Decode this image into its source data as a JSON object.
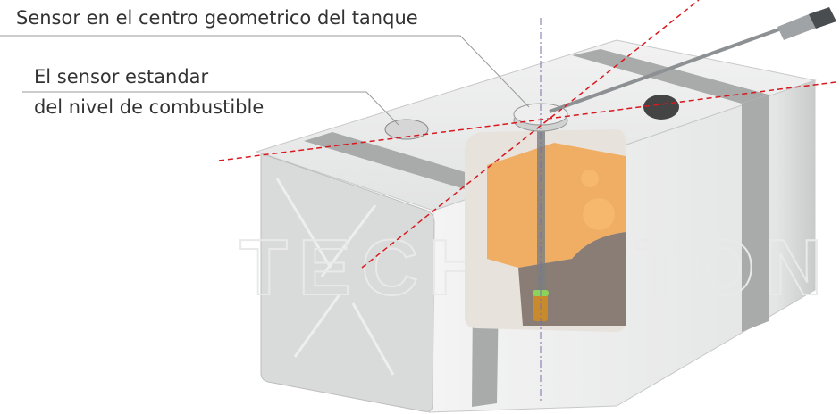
{
  "labels": {
    "center_sensor": "Sensor en el centro geometrico del tanque",
    "standard_sensor_line1": "El sensor estandar",
    "standard_sensor_line2": "del nivel de combustible"
  },
  "watermark": "TECHNOTON",
  "colors": {
    "tank": "#dcdede",
    "strap": "#a9abab",
    "fuel": "#f0a955",
    "sediment": "#8a7d75",
    "axis_red": "#d8191f",
    "axis_purple": "#7a6fa8"
  }
}
